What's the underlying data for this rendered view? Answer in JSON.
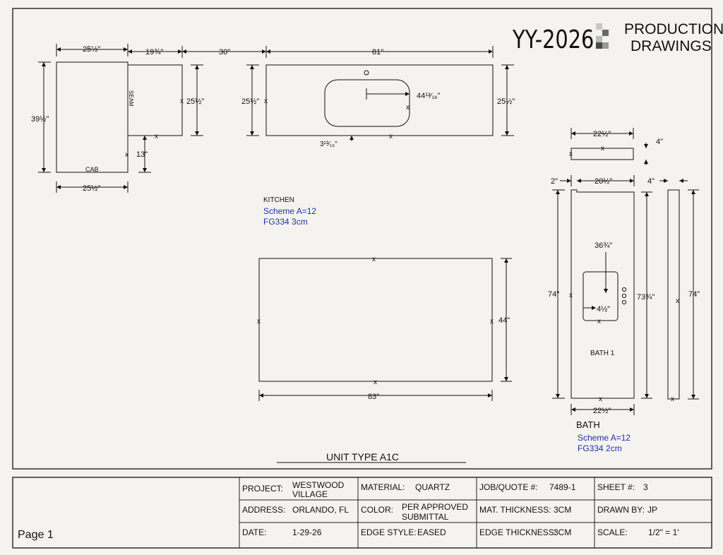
{
  "header": {
    "code": "YY-2026",
    "title_line1": "PRODUCTION",
    "title_line2": "DRAWINGS"
  },
  "kitchen": {
    "label": "KITCHEN",
    "scheme": "Scheme A=12",
    "material": "FG334 3cm",
    "dims": {
      "piece1_top": "25½\"",
      "piece1_height": "39½\"",
      "piece1_bottom": "25½\"",
      "cab_label": "CAB",
      "piece2_top": "19¾\"",
      "piece2_depth": "25½\"",
      "seam_label": "SEAM",
      "seam_offset": "13\"",
      "gap": "30\"",
      "piece3_top": "81\"",
      "piece3_left": "25½\"",
      "piece3_right": "25½\"",
      "sink_center": "44¹³⁄₁₆\"",
      "sink_setback": "3¹³⁄₁₆\"",
      "island_depth": "44\"",
      "island_width": "83\""
    }
  },
  "bath": {
    "label": "BATH",
    "room_label": "BATH 1",
    "scheme": "Scheme A=12",
    "material": "FG334 2cm",
    "dims": {
      "splash_width": "22½\"",
      "splash_height": "4\"",
      "left_return": "2\"",
      "top_width": "20½\"",
      "side_splash_width": "4\"",
      "sink_from_top": "36¾\"",
      "sink_setback": "4½\"",
      "left_length": "74\"",
      "right_length": "73¾\"",
      "side_length": "74\"",
      "bottom_width": "22½\""
    }
  },
  "unit_type": "UNIT TYPE A1C",
  "title_block": {
    "page_label": "Page 1",
    "project_label": "PROJECT:",
    "project_line1": "WESTWOOD",
    "project_line2": "VILLAGE",
    "address_label": "ADDRESS:",
    "address_value": "ORLANDO, FL",
    "date_label": "DATE:",
    "date_value": "1-29-26",
    "material_label": "MATERIAL:",
    "material_value": "QUARTZ",
    "color_label": "COLOR:",
    "color_line1": "PER APPROVED",
    "color_line2": "SUBMITTAL",
    "edge_style_label": "EDGE STYLE:",
    "edge_style_value": "EASED",
    "job_label": "JOB/QUOTE #:",
    "job_value": "7489-1",
    "mat_thickness_label": "MAT. THICKNESS:",
    "mat_thickness_value": "3CM",
    "edge_thickness_label": "EDGE THICKNESS:",
    "edge_thickness_value": "3CM",
    "sheet_label": "SHEET #:",
    "sheet_value": "3",
    "drawn_by_label": "DRAWN BY:",
    "drawn_by_value": "JP",
    "scale_label": "SCALE:",
    "scale_value": "1/2\" = 1'"
  }
}
